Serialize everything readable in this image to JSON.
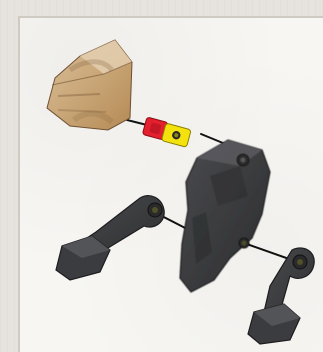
{
  "scene": {
    "background_color": "#e6e3de",
    "panel_color": "#f7f6f3",
    "parts": [
      {
        "name": "helmet-block",
        "color": "#c9ab7f"
      },
      {
        "name": "red-yellow-connector",
        "color_red": "#e41f2e",
        "color_yellow": "#f4e20f"
      },
      {
        "name": "dark-torso",
        "color": "#3a3b3d"
      },
      {
        "name": "left-leg",
        "color": "#3a3b3d"
      },
      {
        "name": "right-leg",
        "color": "#3a3b3d"
      }
    ]
  }
}
